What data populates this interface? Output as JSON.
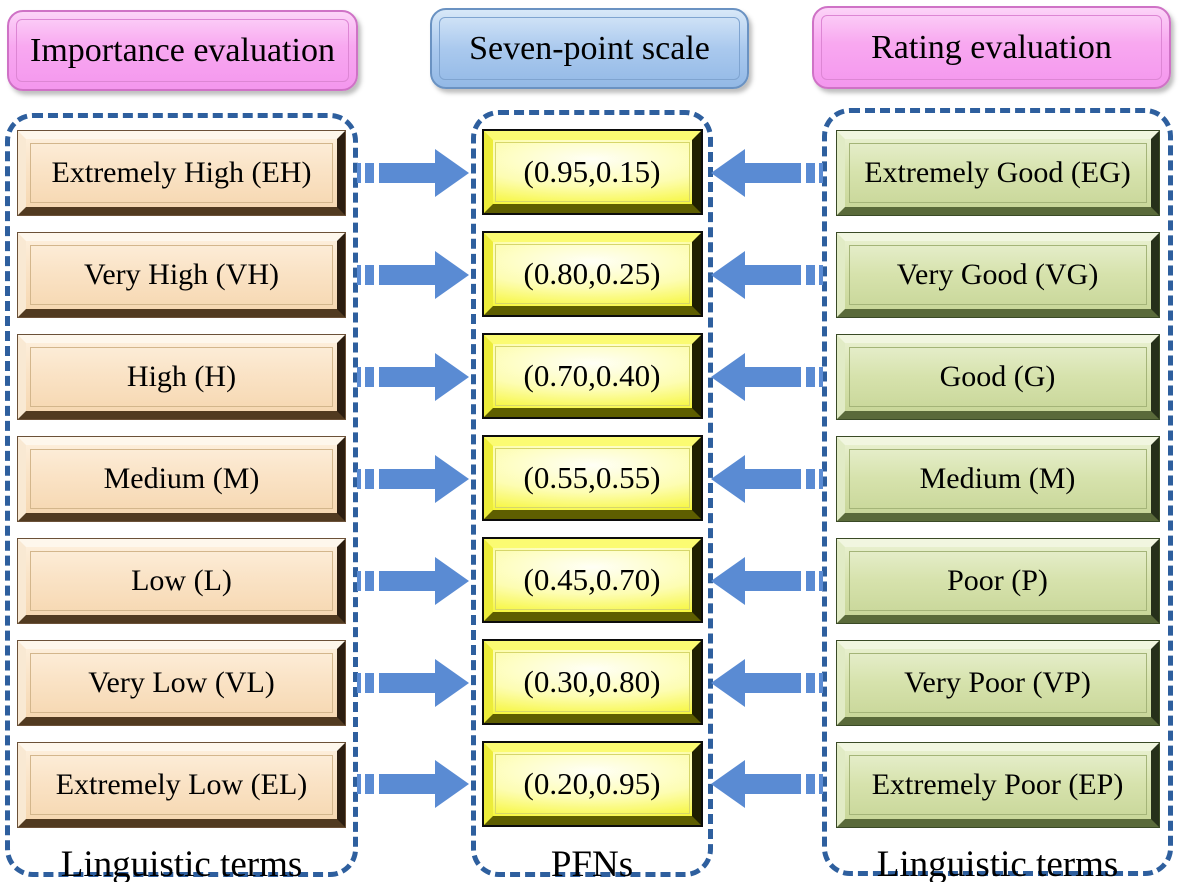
{
  "diagram": {
    "headers": {
      "left": "Importance evaluation",
      "middle": "Seven-point scale",
      "right": "Rating evaluation"
    },
    "columns": {
      "importance": {
        "items": [
          "Extremely High (EH)",
          "Very High (VH)",
          "High (H)",
          "Medium (M)",
          "Low (L)",
          "Very Low (VL)",
          "Extremely Low (EL)"
        ],
        "footer": "Linguistic terms"
      },
      "pfns": {
        "items": [
          "(0.95,0.15)",
          "(0.80,0.25)",
          "(0.70,0.40)",
          "(0.55,0.55)",
          "(0.45,0.70)",
          "(0.30,0.80)",
          "(0.20,0.95)"
        ],
        "footer": "PFNs"
      },
      "rating": {
        "items": [
          "Extremely Good (EG)",
          "Very Good (VG)",
          "Good (G)",
          "Medium (M)",
          "Poor (P)",
          "Very Poor (VP)",
          "Extremely Poor (EP)"
        ],
        "footer": "Linguistic terms"
      }
    },
    "arrow": {
      "color": "#5a8bd3",
      "style": "striped",
      "left_column_direction": "right",
      "right_column_direction": "left"
    },
    "colors": {
      "pink_header": "#f8a8f0",
      "blue_header": "#aac9ee",
      "tan_box": "#fae3c6",
      "yellow_box": "#f3f304",
      "green_box": "#d6e2ac",
      "dashed_border": "#2e5f9e",
      "text": "#000000"
    }
  }
}
